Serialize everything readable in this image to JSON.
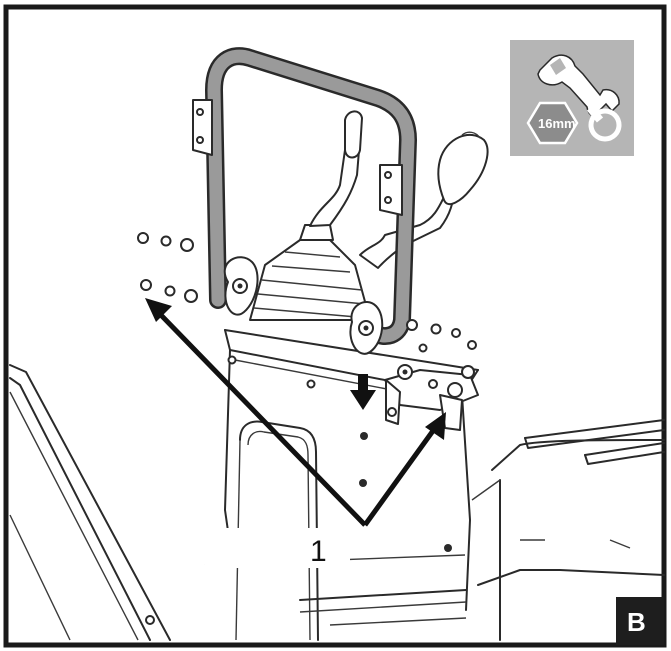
{
  "callout": {
    "number": "1"
  },
  "tool_icon": {
    "icon": "wrench-icon",
    "size_label": "16mm",
    "background": "#b5b5b5"
  },
  "figure_badge": {
    "letter": "B",
    "background": "#1e1e1e"
  },
  "colors": {
    "handle_gray": "#9a9a9a",
    "line": "#2a2a2a",
    "frame": "#1a1a1a"
  }
}
